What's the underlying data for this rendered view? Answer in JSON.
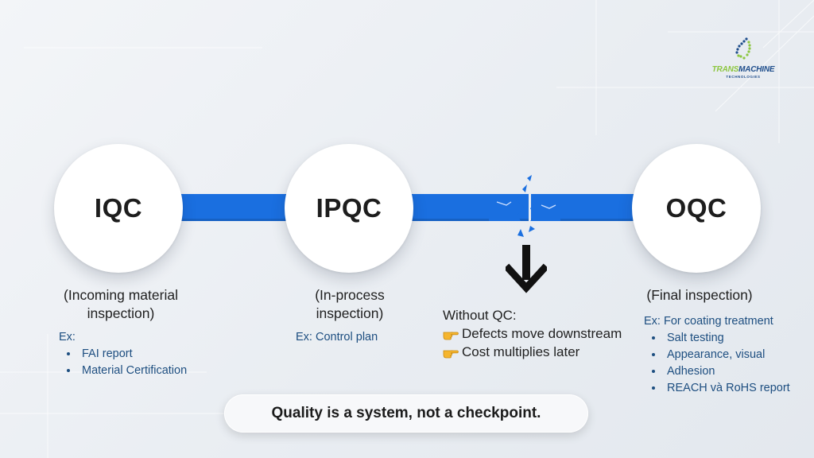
{
  "logo": {
    "word_green": "TRANS",
    "word_blue": "MACHINE",
    "sub": "TECHNOLOGIES"
  },
  "stages": [
    {
      "abbr": "IQC",
      "label_line1": "(Incoming material",
      "label_line2": "inspection)",
      "ex_heading": "Ex:",
      "items": [
        "FAI report",
        "Material Certification"
      ]
    },
    {
      "abbr": "IPQC",
      "label_line1": "(In-process",
      "label_line2": "inspection)",
      "ex_heading": "Ex: Control plan",
      "items": []
    },
    {
      "abbr": "OQC",
      "label_line1": "(Final inspection)",
      "label_line2": "",
      "ex_heading": "Ex: For coating treatment",
      "items": [
        "Salt testing",
        "Appearance, visual",
        "Adhesion",
        "REACH và RoHS report"
      ]
    }
  ],
  "without_qc": {
    "heading": "Without QC:",
    "points": [
      "Defects move downstream",
      "Cost multiplies later"
    ],
    "icon": "pointing-hand-icon"
  },
  "tagline": "Quality is a system, not a checkpoint.",
  "colors": {
    "bar": "#1a6fe0",
    "example_text": "#1d4e80",
    "logo_green": "#8cc63f",
    "logo_blue": "#1f4e8c"
  }
}
